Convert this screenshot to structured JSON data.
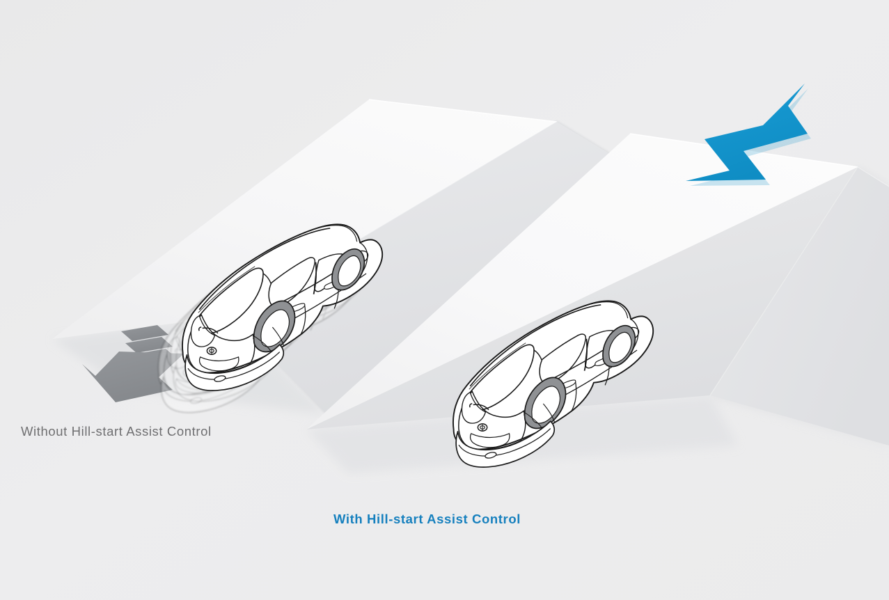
{
  "illustration": {
    "title": "Hill-start Assist Control comparison diagram",
    "background_color": "#ececee",
    "ramp_color": "#f6f6f7",
    "ramp_side_color": "#e2e3e5",
    "shadow_color": "#c9cbcd",
    "car_line_color": "#1b1b1b",
    "car_fill_color": "#ffffff",
    "tire_color": "#8f9194"
  },
  "captions": {
    "without": {
      "text": "Without Hill-start Assist Control",
      "color": "#6f6f71",
      "weight": "regular"
    },
    "with": {
      "text": "With Hill-start Assist Control",
      "color": "#1680be",
      "weight": "bold"
    }
  },
  "arrows": {
    "rollback": {
      "name": "downhill-rollback-arrow",
      "direction": "down-left",
      "color": "#8d9094",
      "motion_streaks": 3,
      "meaning": "vehicle rolls backwards down the slope"
    },
    "climb": {
      "name": "uphill-drive-arrow",
      "direction": "up-right",
      "color": "#1494d0",
      "meaning": "vehicle drives forward up the slope"
    }
  },
  "vehicles": {
    "left": {
      "name": "car-without-assist",
      "view": "rear-three-quarter",
      "ghost_trail": true,
      "ghost_offset": "down-left"
    },
    "right": {
      "name": "car-with-assist",
      "view": "rear-three-quarter",
      "ghost_trail": false
    }
  }
}
